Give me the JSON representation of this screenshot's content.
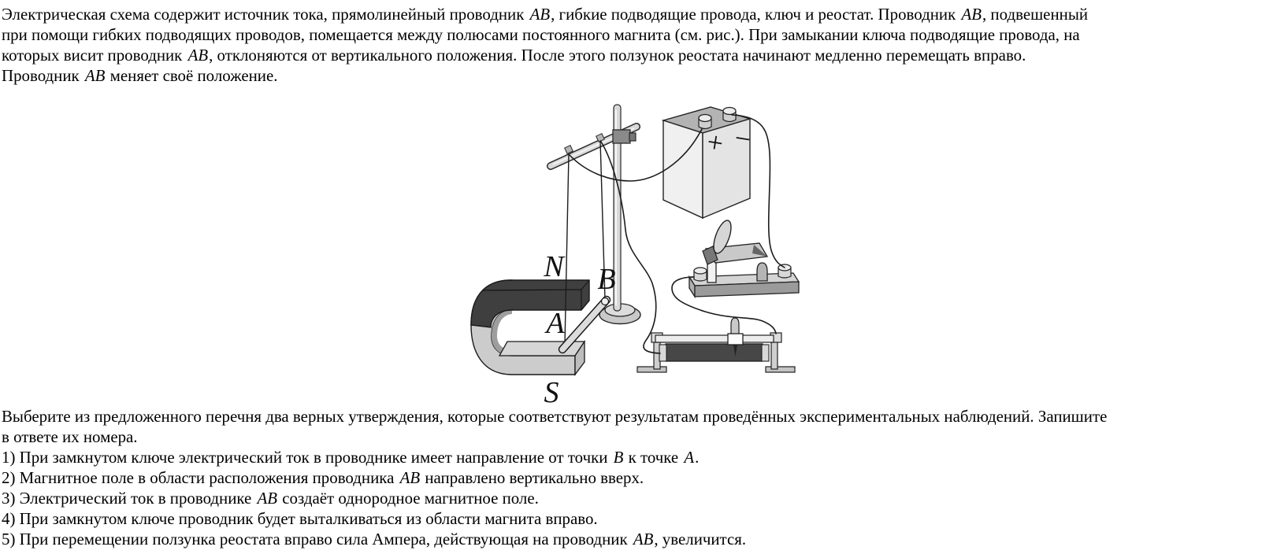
{
  "problem": {
    "intro": [
      {
        "t": "Электрическая схема содержит источник тока, прямолинейный проводник "
      },
      {
        "i": "AB"
      },
      {
        "t": ", гибкие подводящие провода, ключ и реостат. Проводник "
      },
      {
        "i": "AB"
      },
      {
        "t": ", подвешенный"
      },
      {
        "br": true
      },
      {
        "t": "при помощи гибких подводящих проводов, помещается между полюсами постоянного магнита (см. рис.). При замыкании ключа подводящие провода, на"
      },
      {
        "br": true
      },
      {
        "t": "которых висит проводник "
      },
      {
        "i": "AB"
      },
      {
        "t": ", отклоняются от вертикального положения. После этого ползунок реостата начинают медленно перемещать вправо."
      },
      {
        "br": true
      },
      {
        "t": "Проводник "
      },
      {
        "i": "AB"
      },
      {
        "t": " меняет своё положение."
      }
    ],
    "question": [
      {
        "t": "Выберите из предложенного перечня два верных утверждения, которые соответствуют результатам проведённых экспериментальных наблюдений. Запишите"
      },
      {
        "br": true
      },
      {
        "t": "в ответете их номера."
      }
    ],
    "question_fix": "в ответе их номера.",
    "options": [
      [
        {
          "t": "1) При замкнутом ключе электрический ток в проводнике имеет направление от точки "
        },
        {
          "i": "B"
        },
        {
          "t": " к точке "
        },
        {
          "i": "A"
        },
        {
          "t": "."
        }
      ],
      [
        {
          "t": "2) Магнитное поле в области расположения проводника "
        },
        {
          "i": "AB"
        },
        {
          "t": " направлено вертикально вверх."
        }
      ],
      [
        {
          "t": "3) Электрический ток в проводнике "
        },
        {
          "i": "AB"
        },
        {
          "t": " создаёт однородное магнитное поле."
        }
      ],
      [
        {
          "t": "4) При замкнутом ключе проводник будет выталкиваться из области магнита вправо."
        }
      ],
      [
        {
          "t": "5) При перемещении ползунка реостата вправо сила Ампера, действующая на проводник "
        },
        {
          "i": "AB"
        },
        {
          "t": ", увеличится."
        }
      ]
    ]
  },
  "figure": {
    "labels": {
      "north_pole": "N",
      "south_pole": "S",
      "point_a": "A",
      "point_b": "B",
      "battery_plus": "+",
      "battery_minus": "−"
    },
    "components": [
      "horseshoe-magnet",
      "conductor-AB",
      "stand",
      "flexible-wires",
      "battery",
      "knife-switch",
      "rheostat"
    ],
    "palette": {
      "magnet_dark_pole": "#3f3f3f",
      "magnet_light_pole": "#cccccc",
      "metal_light": "#d9d9d9",
      "rheostat_body": "#474747",
      "wire": "#1c1c1c",
      "background": "#ffffff"
    }
  }
}
